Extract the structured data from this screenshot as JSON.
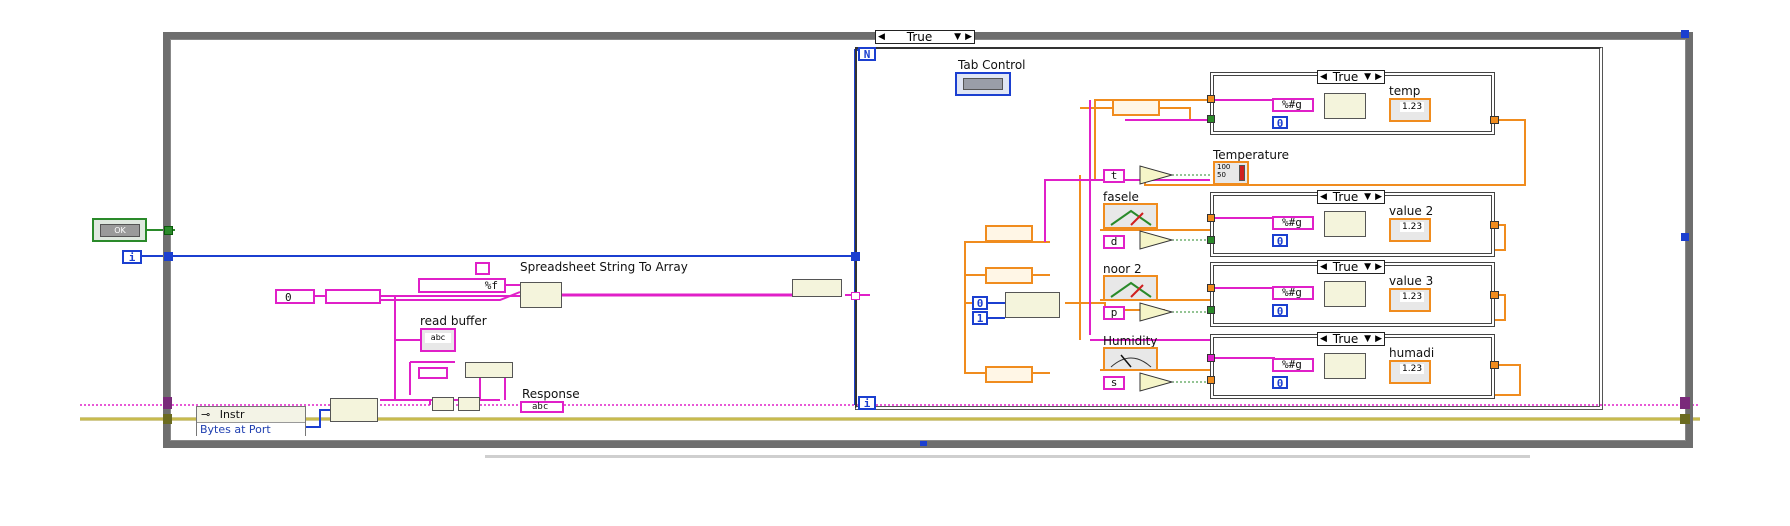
{
  "outer_case": {
    "selector": "True"
  },
  "for_loop": {
    "count_terminal": "N",
    "iteration_terminal": "i"
  },
  "inner_cases": [
    {
      "selector": "True",
      "format": "%#g",
      "const": "0",
      "indicator_label": "temp",
      "indicator_value": "1.23"
    },
    {
      "selector": "True",
      "format": "%#g",
      "const": "0",
      "indicator_label": "value 2",
      "indicator_value": "1.23"
    },
    {
      "selector": "True",
      "format": "%#g",
      "const": "0",
      "indicator_label": "value 3",
      "indicator_value": "1.23"
    },
    {
      "selector": "True",
      "format": "%#g",
      "const": "0",
      "indicator_label": "humadi",
      "indicator_value": "1.23"
    }
  ],
  "labels": {
    "tab_control": "Tab Control",
    "temperature": "Temperature",
    "fasele": "fasele",
    "noor2": "noor 2",
    "humidity": "Humidity",
    "spreadsheet": "Spreadsheet String To Array",
    "read_buffer": "read buffer",
    "response": "Response"
  },
  "constants": {
    "format_f": "%f",
    "zero": "0",
    "t": "t",
    "d": "d",
    "p": "p",
    "s": "s",
    "i_const": "i",
    "idx0": "0",
    "idx1": "1"
  },
  "stop_button": "OK",
  "visa_property": {
    "class": "Instr",
    "property": "Bytes at Port"
  },
  "string_ind": "abc",
  "thermometer_scale": [
    "100",
    "50"
  ],
  "colors": {
    "wire_pink": "#e020c8",
    "wire_blue": "#1b3fd0",
    "wire_orange": "#f08c1e",
    "wire_green": "#2a8a2a",
    "frame_gray": "#6e6e6e"
  }
}
